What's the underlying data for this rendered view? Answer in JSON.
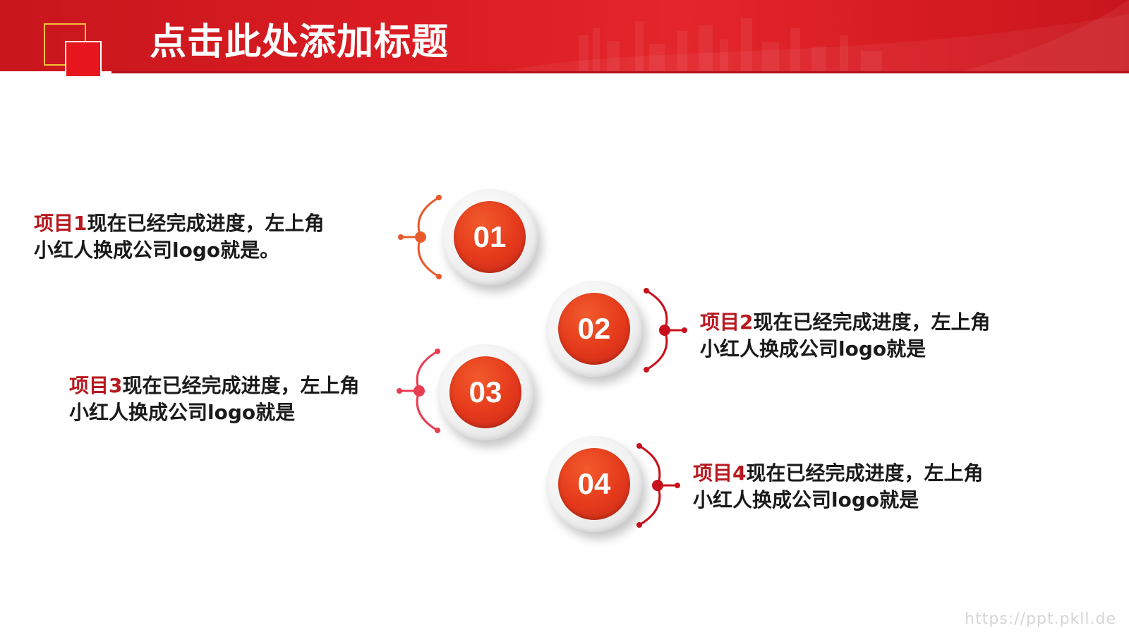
{
  "header": {
    "title": "点击此处添加标题",
    "accent_color": "#d91c22",
    "logo_outline_color": "#f1c232"
  },
  "items": [
    {
      "number": "01",
      "label": "项目1",
      "line1": "现在已经完成进度，左上角",
      "line2": "小红人换成公司logo就是。",
      "side": "left"
    },
    {
      "number": "02",
      "label": "项目2",
      "line1": "现在已经完成进度，左上角",
      "line2": "小红人换成公司logo就是",
      "side": "right"
    },
    {
      "number": "03",
      "label": "项目3",
      "line1": "现在已经完成进度，左上角",
      "line2": "小红人换成公司logo就是",
      "side": "left"
    },
    {
      "number": "04",
      "label": "项目4",
      "line1": "现在已经完成进度，左上角",
      "line2": "小红人换成公司logo就是",
      "side": "right"
    }
  ],
  "colors": {
    "circle_fill": "#e4391b",
    "item_label": "#b8181f",
    "connector_orange": "#e85a2a",
    "connector_red": "#c8101c",
    "connector_pink": "#ea3d52"
  },
  "watermark": "https://ppt.pkll.de"
}
